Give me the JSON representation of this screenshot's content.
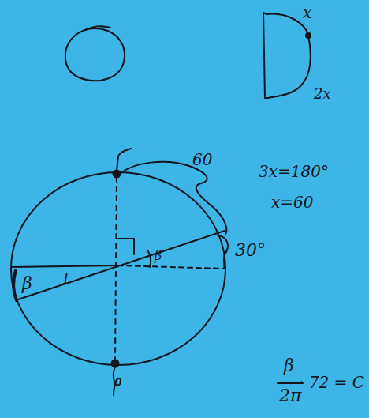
{
  "diagram": {
    "labels": [
      "x",
      "2x",
      "60",
      "3x=180°",
      "x=60",
      "30°",
      "β",
      "I",
      "β",
      "β",
      "2π",
      "· 72 = C"
    ]
  }
}
